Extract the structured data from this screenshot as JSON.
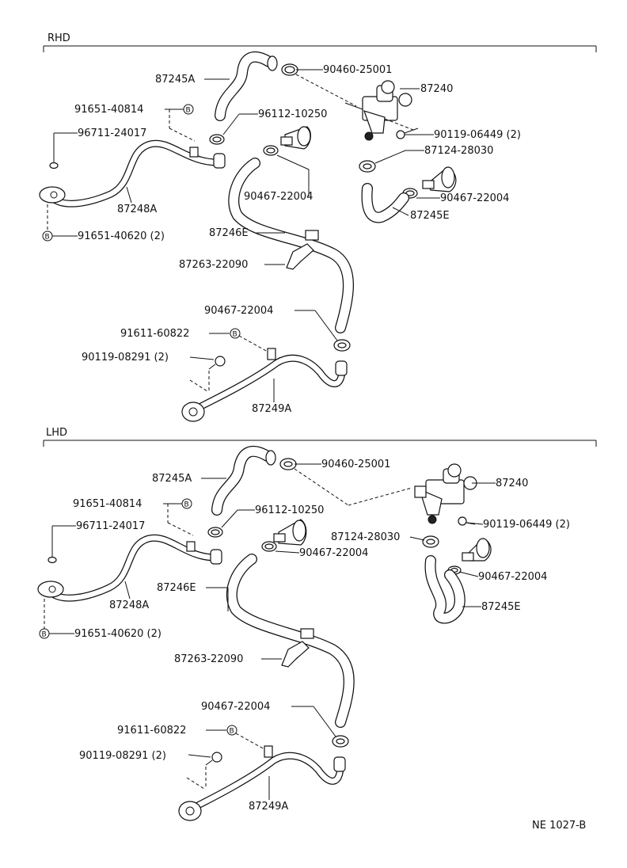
{
  "sections": {
    "rhd": "RHD",
    "lhd": "LHD"
  },
  "rhd_labels": {
    "hose_a": "87245A",
    "clamp_upper": "90460-25001",
    "valve": "87240",
    "plug_b": "91651-40814",
    "clamp_small": "96112-10250",
    "oring": "96711-24017",
    "bolt_valve": "90119-06449 (2)",
    "clip": "87124-28030",
    "pipe_a": "87248A",
    "clamp_mid": "90467-22004",
    "clamp_right": "90467-22004",
    "hose_e_right": "87245E",
    "hose_e_long": "87246E",
    "bolt_b_bottom": "91651-40620 (2)",
    "bracket": "87263-22090",
    "clamp_lower": "90467-22004",
    "plug_b2": "91611-60822",
    "bolt_pipe": "90119-08291 (2)",
    "pipe_lower": "87249A"
  },
  "lhd_labels": {
    "hose_a": "87245A",
    "clamp_upper": "90460-25001",
    "valve": "87240",
    "plug_b": "91651-40814",
    "clamp_small": "96112-10250",
    "oring": "96711-24017",
    "clip": "87124-28030",
    "bolt_valve": "90119-06449 (2)",
    "clamp_mid": "90467-22004",
    "pipe_a": "87248A",
    "clamp_right": "90467-22004",
    "hose_e_long": "87246E",
    "hose_e_right": "87245E",
    "bolt_b_bottom": "91651-40620 (2)",
    "bracket": "87263-22090",
    "clamp_lower": "90467-22004",
    "plug_b2": "91611-60822",
    "bolt_pipe": "90119-08291 (2)",
    "pipe_lower": "87249A"
  },
  "circle_marker": "B",
  "footer_code": "NE  1027-B"
}
